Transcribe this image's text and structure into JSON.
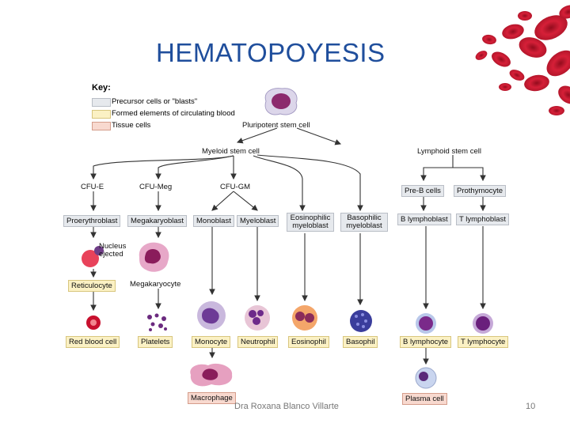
{
  "title": "HEMATOPOYESIS",
  "footer": {
    "author": "Dra Roxana Blanco Villarte",
    "page": "10"
  },
  "key": {
    "heading": "Key:",
    "items": [
      {
        "label": "Precursor cells or \"blasts\"",
        "color": "#e6e9ed"
      },
      {
        "label": "Formed elements of circulating blood",
        "color": "#fbf1c4"
      },
      {
        "label": "Tissue cells",
        "color": "#f8d9cf"
      }
    ]
  },
  "nodes": {
    "pluripotent": "Pluripotent stem cell",
    "myeloid": "Myeloid stem cell",
    "lymphoid": "Lymphoid stem cell",
    "cfu_e": "CFU-E",
    "cfu_meg": "CFU-Meg",
    "cfu_gm": "CFU-GM",
    "pre_b": "Pre-B cells",
    "prothymocyte": "Prothymocyte",
    "proerythroblast": "Proerythroblast",
    "megakaryoblast": "Megakaryoblast",
    "monoblast": "Monoblast",
    "myeloblast": "Myeloblast",
    "eosinophilic_myeloblast": "Eosinophilic myeloblast",
    "basophilic_myeloblast": "Basophilic myeloblast",
    "b_lymphoblast": "B lymphoblast",
    "t_lymphoblast": "T lymphoblast",
    "nucleus_ejected": "Nucleus ejected",
    "reticulocyte": "Reticulocyte",
    "megakaryocyte": "Megakaryocyte",
    "red_blood_cell": "Red blood cell",
    "platelets": "Platelets",
    "monocyte": "Monocyte",
    "neutrophil": "Neutrophil",
    "eosinophil": "Eosinophil",
    "basophil": "Basophil",
    "b_lymphocyte": "B lymphocyte",
    "t_lymphocyte": "T lymphocyte",
    "macrophage": "Macrophage",
    "plasma_cell": "Plasma cell"
  },
  "colors": {
    "title": "#1f4e9c",
    "arrow": "#333333",
    "blood": "#c8102e"
  }
}
